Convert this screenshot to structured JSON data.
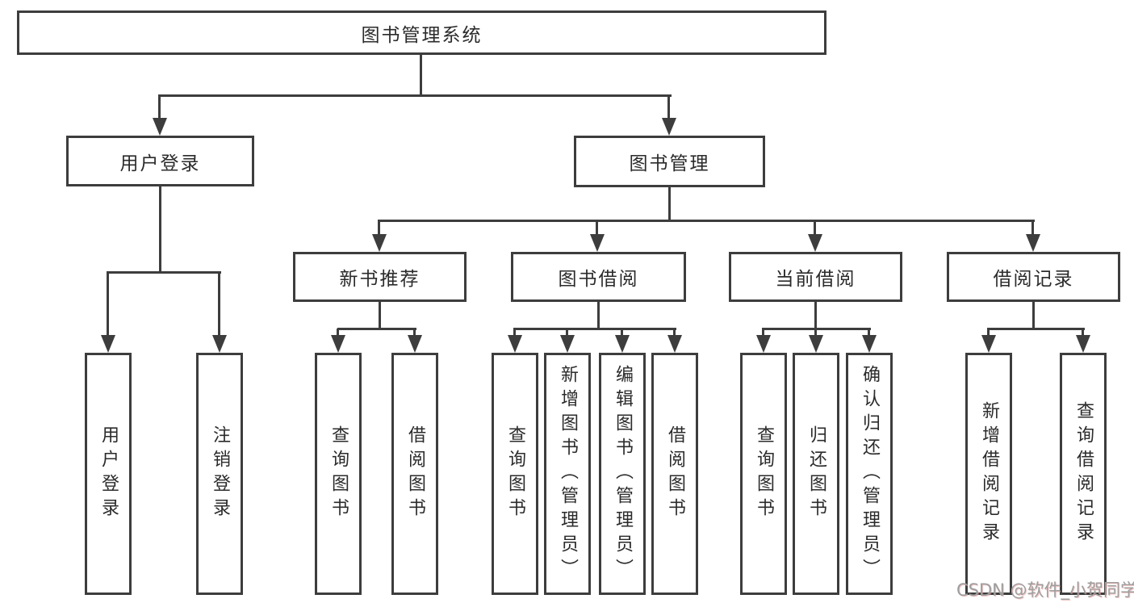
{
  "diagram": {
    "title": "图书管理系统",
    "level2": [
      {
        "label": "用户登录"
      },
      {
        "label": "图书管理"
      }
    ],
    "level3": [
      {
        "label": "新书推荐"
      },
      {
        "label": "图书借阅"
      },
      {
        "label": "当前借阅"
      },
      {
        "label": "借阅记录"
      }
    ],
    "leaves": {
      "user": [
        "用户登录",
        "注销登录"
      ],
      "new_books": [
        "查询图书",
        "借阅图书"
      ],
      "borrowing": [
        "查询图书",
        "新增图书（管理员）",
        "编辑图书（管理员）",
        "借阅图书"
      ],
      "current": [
        "查询图书",
        "归还图书",
        "确认归还（管理员）"
      ],
      "records": [
        "新增借阅记录",
        "查询借阅记录"
      ]
    }
  },
  "watermark": {
    "text": "CSDN @软件_小贺同学",
    "color": "#9e9e9e"
  },
  "colors": {
    "line": "#3d3d3d",
    "text": "#2b2b2b",
    "background": "#ffffff"
  }
}
